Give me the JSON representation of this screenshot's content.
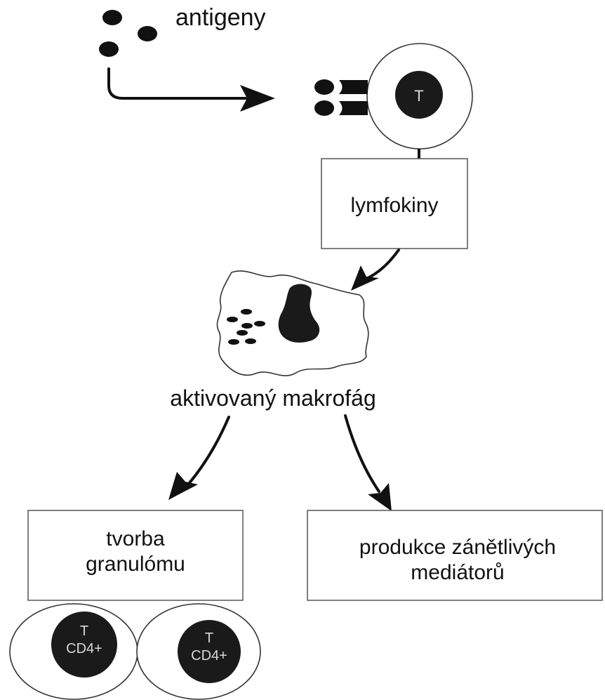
{
  "antigens": {
    "label": "antigeny"
  },
  "t_cell": {
    "label": "T"
  },
  "lymphokines": {
    "label": "lymfokiny"
  },
  "macrophage": {
    "label": "aktivovaný makrofág"
  },
  "granuloma": {
    "line1": "tvorba",
    "line2": "granulómu"
  },
  "mediators": {
    "line1": "produkce zánětlivých",
    "line2": "mediátorů"
  },
  "cd4_cells": [
    {
      "t": "T",
      "cd": "CD4+"
    },
    {
      "t": "T",
      "cd": "CD4+"
    }
  ]
}
